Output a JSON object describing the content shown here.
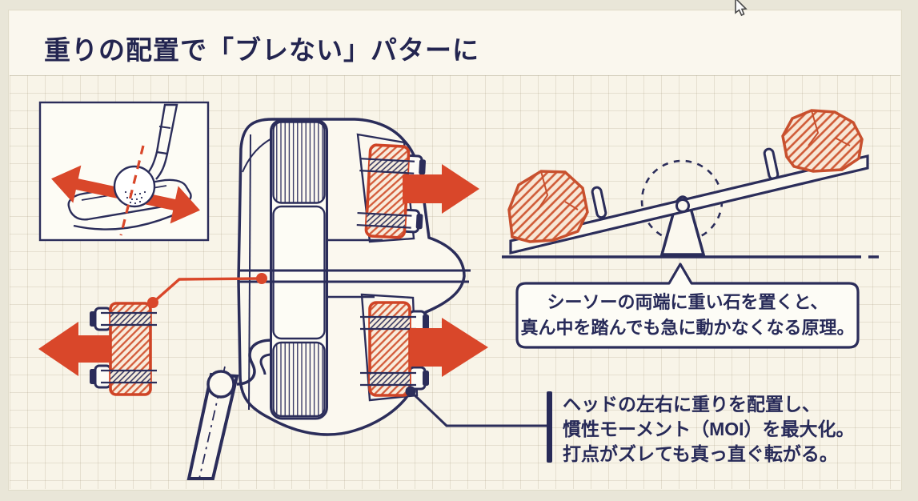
{
  "header": {
    "title": "重りの配置で「ブレない」パターに"
  },
  "captions": {
    "seesaw": {
      "line1": "シーソーの両端に重い石を置くと、",
      "line2": "真ん中を踏んでも急に動かなくなる原理。"
    },
    "moi": {
      "line1": "ヘッドの左右に重りを配置し、",
      "line2": "慣性モーメント（MOI）を最大化。",
      "line3": "打点がズレても真っ直ぐ転がる。"
    }
  },
  "icons": {
    "cursor": "mouse-arrow-pointer"
  },
  "colors": {
    "ink_navy": "#2b2d5a",
    "accent_red": "#d9472a",
    "weight_hatch_red": "#d35b39",
    "paper": "#f8f4e8",
    "panel_white": "#fdfcf6",
    "grid_line": "#a09678"
  }
}
